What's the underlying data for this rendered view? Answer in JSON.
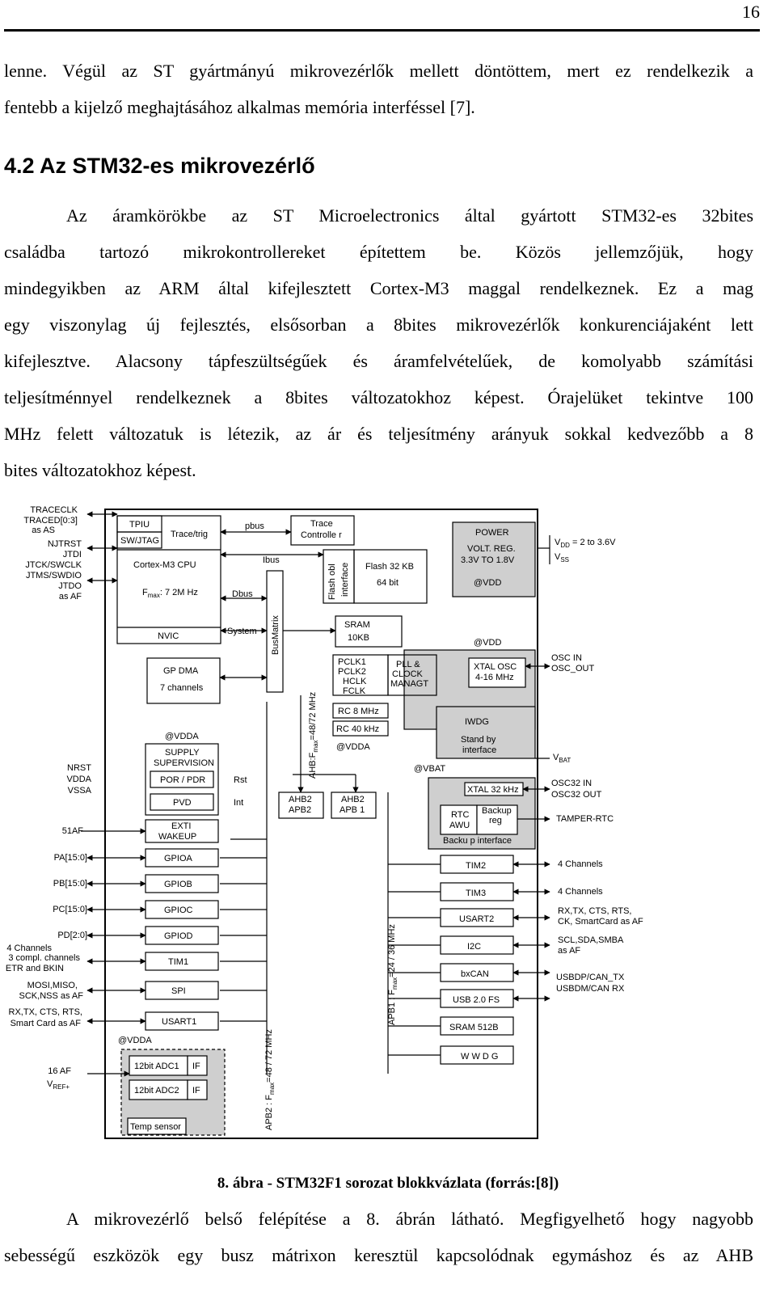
{
  "page_number": "16",
  "intro_lines": [
    "lenne. Végül az ST gyártmányú mikrovezérlők mellett döntöttem, mert ez rendelkezik a",
    "fentebb a kijelző meghajtásához alkalmas memória interféssel [7]."
  ],
  "heading": "4.2  Az STM32-es mikrovezérlő",
  "body_lines": [
    "Az áramkörökbe az ST Microelectronics által gyártott STM32-es 32bites",
    "családba tartozó mikrokontrollereket építettem be. Közös jellemzőjük, hogy",
    "mindegyikben az ARM által kifejlesztett Cortex-M3 maggal rendelkeznek. Ez a mag",
    "egy viszonylag új fejlesztés, elsősorban a 8bites mikrovezérlők konkurenciájaként lett",
    "kifejlesztve. Alacsony tápfeszültségűek és áramfelvételűek, de komolyabb számítási",
    "teljesítménnyel rendelkeznek a 8bites változatokhoz képest. Órajelüket tekintve 100",
    "MHz felett változatuk is létezik, az ár és teljesítmény arányuk sokkal kedvezőbb a 8",
    "bites változatokhoz képest."
  ],
  "figure": {
    "left_signals": {
      "traceclk": "TRACECLK",
      "traced": "TRACED[0:3]",
      "as_as": "as AS",
      "njtrst": "NJTRST",
      "jtdi": "JTDI",
      "jtck": "JTCK/SWCLK",
      "jtms": "JTMS/SWDIO",
      "jtdo": "JTDO",
      "as_af": "as AF",
      "nrst": "NRST",
      "vdda": "VDDA",
      "vssa": "VSSA",
      "af51": "51AF",
      "pa": "PA[15:0]",
      "pb": "PB[15:0]",
      "pc": "PC[15:0]",
      "pd": "PD[2:0]",
      "ch4": "4 Channels",
      "ch3": "3 compl. channels",
      "etr": "ETR and BKIN",
      "mosi": "MOSI,MISO,",
      "sck": "SCK,NSS as AF",
      "rxtx": "RX,TX, CTS, RTS,",
      "smart": "Smart Card as AF",
      "af16": "16 AF",
      "vref": "V",
      "vref_sub": "REF+"
    },
    "blocks": {
      "tpiu": "TPIU",
      "swjtag": "SW/JTAG",
      "trace_trig": "Trace/trig",
      "pbus": "pbus",
      "trace_ctrl1": "Trace",
      "trace_ctrl2": "Controlle r",
      "cpu": "Cortex-M3 CPU",
      "fmax": "F",
      "fmax_sub": "max",
      "fmax_val": ": 7 2M Hz",
      "ibus": "Ibus",
      "dbus": "Dbus",
      "system": "System",
      "nvic": "NVIC",
      "busmatrix": "BusMatrix",
      "flash_obl": "Flash  obl",
      "interface": "interface",
      "flash_size": "Flash  32 KB",
      "flash_bits": "64 bit",
      "sram": "SRAM",
      "sram_size": "10KB",
      "gpdma": "GP DMA",
      "gpdma_ch": "7 channels",
      "ahb_clock": "AHB:F",
      "ahb_clock_sub": "max",
      "ahb_clock_val": "=48/72 MHz",
      "pclk1": "PCLK1",
      "pclk2": "PCLK2",
      "hclk": "HCLK",
      "fclk": "FCLK",
      "pll1": "PLL &",
      "pll2": "CLOCK",
      "pll3": "MANAGT",
      "rc8": "RC 8 MHz",
      "rc40": "RC 40 kHz",
      "vdda_mid": "@VDDA",
      "vdda_left": "@VDDA",
      "supply1": "SUPPLY",
      "supply2": "SUPERVISION",
      "por": "POR / PDR",
      "rst": "Rst",
      "pvd": "PVD",
      "int": "Int",
      "ahb2apb2_1": "AHB2",
      "ahb2apb2_2": "APB2",
      "ahb2apb1_1": "AHB2",
      "ahb2apb1_2": "APB 1",
      "exti1": "EXTI",
      "exti2": "WAKEUP",
      "gpioa": "GPIOA",
      "gpiob": "GPIOB",
      "gpioc": "GPIOC",
      "gpiod": "GPIOD",
      "tim1": "TIM1",
      "spi": "SPI",
      "usart1": "USART1",
      "vdda_adc": "@VDDA",
      "adc1": "12bit ADC1",
      "adc2": "12bit ADC2",
      "if1": "IF",
      "if2": "IF",
      "temp": "Temp sensor",
      "apb2_clock": "APB2 : F",
      "apb2_clock_sub": "max",
      "apb2_clock_val": "=48 / 72 MHz",
      "apb1_clock": "APB1 : F",
      "apb1_clock_sub": "max",
      "apb1_clock_val": "=24 / 36 MHz",
      "power": "POWER",
      "volt1": "VOLT. REG.",
      "volt2": "3.3V TO 1.8V",
      "vdd1": "@VDD",
      "vdd2": "@VDD",
      "xtal1": "XTAL OSC",
      "xtal2": "4-16 MHz",
      "iwdg": "IWDG",
      "standby1": "Stand by",
      "standby2": "interface",
      "vbat": "@VBAT",
      "xtal32": "XTAL 32 kHz",
      "rtc1": "RTC",
      "rtc2": "AWU",
      "backup1": "Backup",
      "backup2": "reg",
      "backup_if": "Backu p interface",
      "tim2": "TIM2",
      "tim3": "TIM3",
      "usart2": "USART2",
      "i2c": "I2C",
      "bxcan": "bxCAN",
      "usb": "USB 2.0 FS",
      "sram512": "SRAM 512B",
      "wwdg": "W W D G"
    },
    "right_signals": {
      "vdd": "V",
      "vdd_sub": "DD",
      "vdd_val": " = 2 to 3.6V",
      "vss": "V",
      "vss_sub": "SS",
      "osc_in": "OSC  IN",
      "osc_out": "OSC_OUT",
      "vbat": "V",
      "vbat_sub": "BAT",
      "osc32_in": "OSC32  IN",
      "osc32_out": "OSC32  OUT",
      "tamper": "TAMPER-RTC",
      "ch4a": "4 Channels",
      "ch4b": "4 Channels",
      "usart2_1": "RX,TX, CTS, RTS,",
      "usart2_2": "CK, SmartCard as AF",
      "i2c_1": "SCL,SDA,SMBA",
      "i2c_2": "as AF",
      "can_tx": "USBDP/CAN_TX",
      "can_rx": "USBDM/CAN  RX"
    }
  },
  "caption": "8. ábra - STM32F1 sorozat blokkvázlata (forrás:[8])",
  "closing_lines": [
    "A mikrovezérlő belső felépítése a 8. ábrán látható. Megfigyelhető hogy nagyobb",
    "sebességű eszközök egy busz mátrixon keresztül kapcsolódnak egymáshoz és az AHB"
  ]
}
